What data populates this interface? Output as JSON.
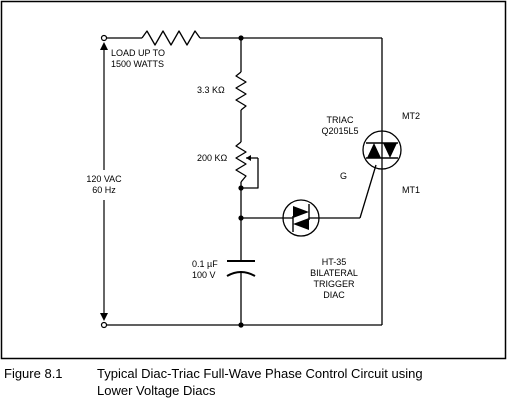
{
  "labels": {
    "load_line1": "LOAD UP TO",
    "load_line2": "1500 WATTS",
    "resistor1": "3.3 KΩ",
    "resistor2": "200 KΩ",
    "triac_line1": "TRIAC",
    "triac_line2": "Q2015L5",
    "mt2": "MT2",
    "mt1": "MT1",
    "gate": "G",
    "source_line1": "120 VAC",
    "source_line2": "60 Hz",
    "cap_line1": "0.1 µF",
    "cap_line2": "100 V",
    "diac_line1": "HT-35",
    "diac_line2": "BILATERAL",
    "diac_line3": "TRIGGER",
    "diac_line4": "DIAC"
  },
  "caption": {
    "number": "Figure 8.1",
    "line1": "Typical Diac-Triac Full-Wave Phase Control Circuit using",
    "line2": "Lower Voltage Diacs"
  }
}
